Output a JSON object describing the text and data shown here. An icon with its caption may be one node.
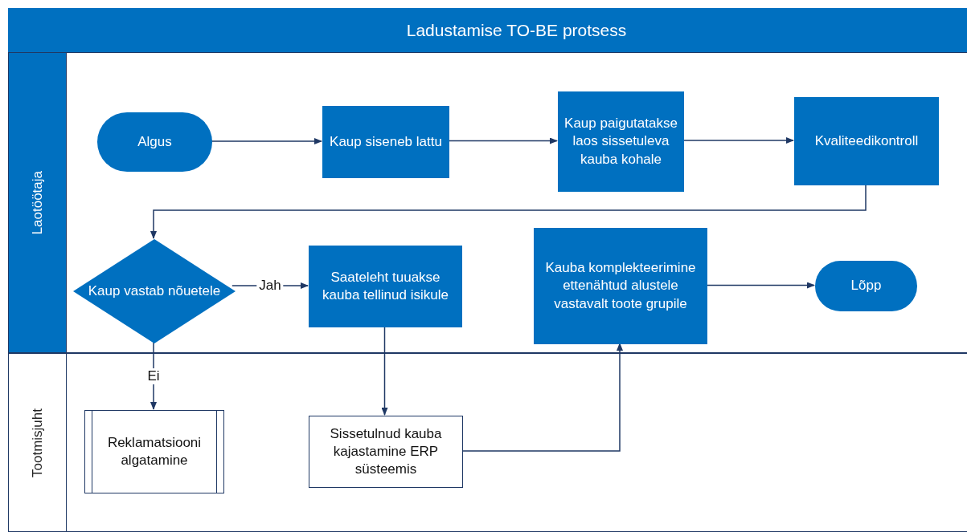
{
  "diagram": {
    "title": "Ladustamise TO-BE protsess",
    "nodes": [
      {
        "text": [
          "Laotöötaja"
        ]
      },
      {
        "text": [
          "Tootmisjuht"
        ]
      },
      {
        "text": [
          "Algus"
        ],
        "in": 0
      },
      {
        "text": [
          "Kaup siseneb lattu"
        ],
        "in": 0
      },
      {
        "text": [
          "Kaup paigutatakse laos sissetuleva kauba kohale"
        ],
        "in": 0
      },
      {
        "text": [
          "Kvaliteedikontroll"
        ],
        "in": 0
      },
      {
        "text": [
          "Kaup vastab nõuetele"
        ],
        "in": 0
      },
      {
        "text": [
          "Saateleht tuuakse kauba tellinud isikule"
        ],
        "in": 0
      },
      {
        "text": [
          "Kauba komplekteerimine ettenähtud alustele  vastavalt toote grupile"
        ],
        "in": 0
      },
      {
        "text": [
          "Lõpp"
        ],
        "in": 0
      },
      {
        "text": [
          "Reklamatsiooni algatamine"
        ],
        "in": 1
      },
      {
        "text": [
          "Sissetulnud kauba kajastamine ERP süsteemis"
        ],
        "in": 1
      }
    ],
    "edges": [
      {
        "from": 2,
        "to": 3,
        "arrow": "to"
      },
      {
        "from": 3,
        "to": 4,
        "arrow": "to"
      },
      {
        "from": 4,
        "to": 5,
        "arrow": "to"
      },
      {
        "from": 5,
        "to": 6,
        "arrow": "to"
      },
      {
        "from": 6,
        "to": 7,
        "arrow": "to",
        "label": "Jah"
      },
      {
        "from": 6,
        "to": 10,
        "arrow": "to",
        "label": "Ei"
      },
      {
        "from": 7,
        "to": 11,
        "arrow": "to"
      },
      {
        "from": 11,
        "to": 8,
        "arrow": "to"
      },
      {
        "from": 8,
        "to": 9,
        "arrow": "to"
      }
    ]
  }
}
